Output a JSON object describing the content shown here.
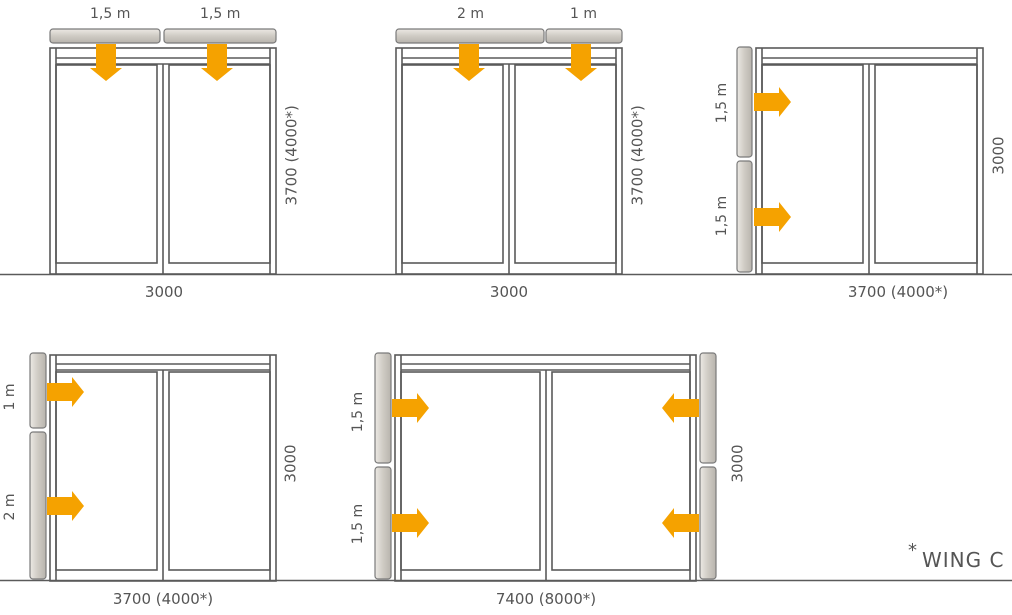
{
  "colors": {
    "frame": "#5a5a5a",
    "curtain_fill": "#d2cec7",
    "curtain_edge": "#7a7a7a",
    "arrow": "#f5a200",
    "text": "#555555"
  },
  "icons": [
    "air-curtain-unit",
    "airflow-arrow-icon"
  ],
  "configs": [
    {
      "units": [
        "1,5 m",
        "1,5 m"
      ],
      "height": "3700 (4000*)",
      "width": "3000"
    },
    {
      "units": [
        "2 m",
        "1 m"
      ],
      "height": "3700 (4000*)",
      "width": "3000"
    },
    {
      "units": [
        "1,5 m",
        "1,5 m"
      ],
      "height": "3000",
      "width": "3700 (4000*)"
    },
    {
      "units": [
        "1 m",
        "2 m"
      ],
      "height": "3000",
      "width": "3700 (4000*)"
    },
    {
      "units": [
        "1,5 m",
        "1,5 m",
        "1,5 m",
        "1,5 m"
      ],
      "height": "3000",
      "width": "7400 (8000*)"
    }
  ],
  "note": {
    "star": "*",
    "text": "WING C"
  }
}
